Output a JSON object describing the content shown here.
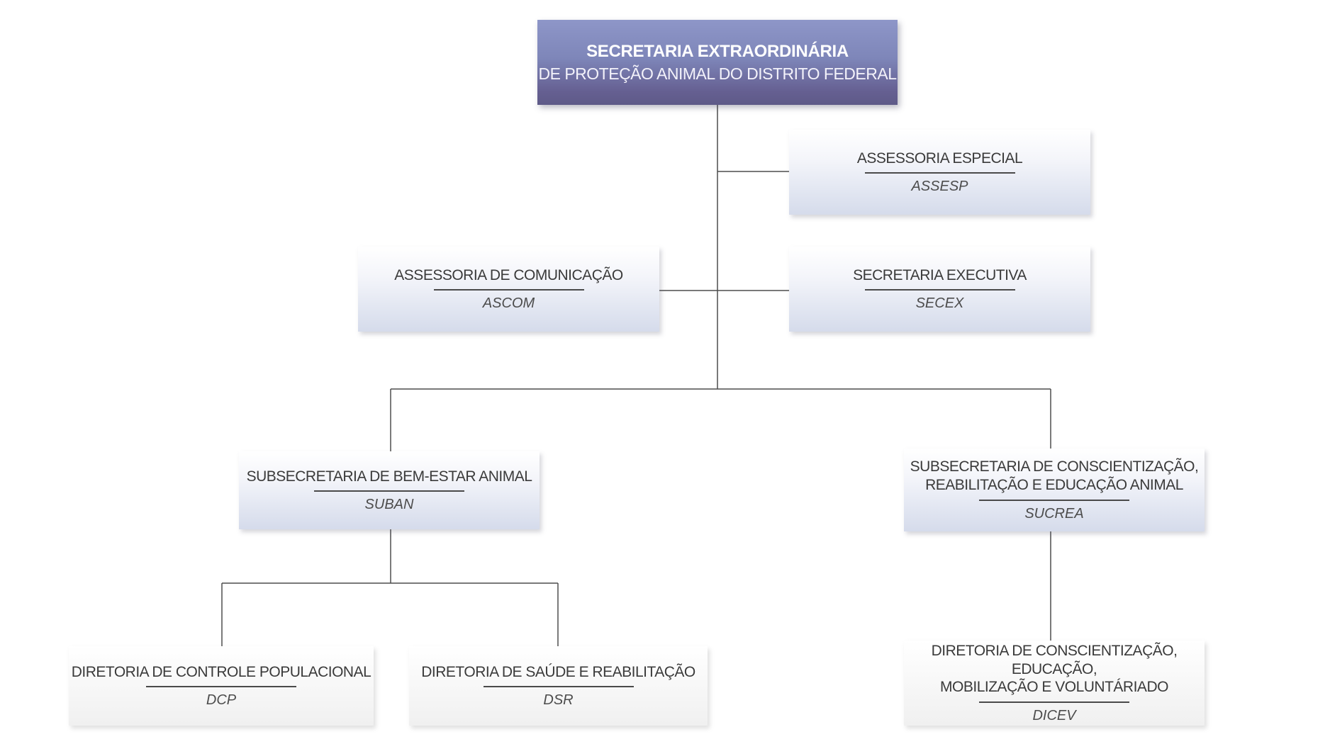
{
  "root": {
    "line1": "SECRETARIA EXTRAORDINÁRIA",
    "line2": "DE PROTEÇÃO ANIMAL DO DISTRITO FEDERAL"
  },
  "units": {
    "assesp": {
      "title": "ASSESSORIA ESPECIAL",
      "acronym": "ASSESP"
    },
    "ascom": {
      "title": "ASSESSORIA DE COMUNICAÇÃO",
      "acronym": "ASCOM"
    },
    "secex": {
      "title": "SECRETARIA EXECUTIVA",
      "acronym": "SECEX"
    },
    "suban": {
      "title": "SUBSECRETARIA DE BEM-ESTAR ANIMAL",
      "acronym": "SUBAN"
    },
    "sucrea": {
      "title": "SUBSECRETARIA DE CONSCIENTIZAÇÃO,\nREABILITAÇÃO E EDUCAÇÃO ANIMAL",
      "acronym": "SUCREA"
    },
    "dcp": {
      "title": "DIRETORIA DE CONTROLE POPULACIONAL",
      "acronym": "DCP"
    },
    "dsr": {
      "title": "DIRETORIA DE SAÚDE E REABILITAÇÃO",
      "acronym": "DSR"
    },
    "dicev": {
      "title": "DIRETORIA DE CONSCIENTIZAÇÃO, EDUCAÇÃO,\nMOBILIZAÇÃO E VOLUNTÁRIADO",
      "acronym": "DICEV"
    }
  },
  "hierarchy": {
    "root": "SECRETARIA EXTRAORDINÁRIA DE PROTEÇÃO ANIMAL DO DISTRITO FEDERAL",
    "children_of_root": [
      "ASSESP",
      "ASCOM",
      "SECEX",
      "SUBAN",
      "SUCREA"
    ],
    "children_of_suban": [
      "DCP",
      "DSR"
    ],
    "children_of_sucrea": [
      "DICEV"
    ]
  },
  "colors": {
    "root_gradient_top": "#8e96c8",
    "root_gradient_bottom": "#5e5a88",
    "unit_gradient_bottom": "#d5dbeb",
    "leaf_gradient_bottom": "#f0f0f0",
    "connector": "#4d4d4d",
    "title_text": "#3a3a3a",
    "acronym_text": "#4c4c4c",
    "root_text": "#ffffff"
  }
}
